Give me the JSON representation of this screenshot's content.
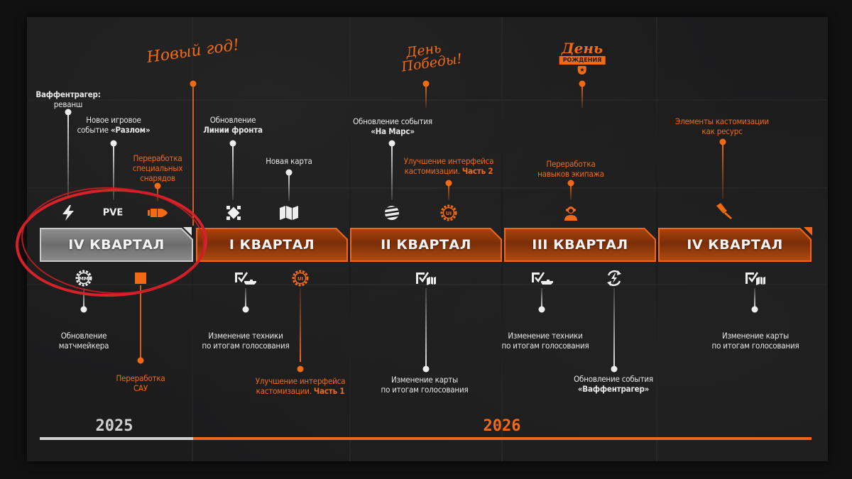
{
  "colors": {
    "accent": "#f26a16",
    "white": "#e6e6e6",
    "grey_quarter": "#7a7a7a",
    "highlight_circle": "#d8222a",
    "background": "#1c1c1d"
  },
  "events": {
    "new_year": "Новый год!",
    "victory_day_line1": "День",
    "victory_day_line2": "Победы!",
    "birthday_line1": "День",
    "birthday_ribbon": "РОЖДЕНИЯ"
  },
  "quarters": [
    {
      "label": "IV КВАРТАЛ",
      "style": "grey",
      "highlighted": true,
      "above": [
        {
          "icon": "lightning-icon",
          "text_lines": [
            "Ваффентрагер:",
            "реванш"
          ],
          "bold_line": 0,
          "color": "white"
        },
        {
          "icon": "pve-icon",
          "icon_text": "PVE",
          "text_lines": [
            "Новое игровое",
            "событие «Разлом»"
          ],
          "bold_part": "«Разлом»",
          "color": "white"
        },
        {
          "icon": "shell-icon",
          "text_lines": [
            "Переработка",
            "специальных",
            "снарядов"
          ],
          "color": "orange"
        }
      ],
      "below": [
        {
          "icon": "matchmaker-gear-icon",
          "icon_text": "MM",
          "text_lines": [
            "Обновление",
            "матчмейкера"
          ],
          "color": "white"
        },
        {
          "icon": "spg-square-icon",
          "text_lines": [
            "Переработка",
            "САУ"
          ],
          "color": "orange"
        }
      ]
    },
    {
      "label": "I КВАРТАЛ",
      "style": "orange",
      "above": [
        {
          "icon": "frontline-icon",
          "text_lines": [
            "Обновление",
            "Линии фронта"
          ],
          "bold_line": 1,
          "color": "white"
        },
        {
          "icon": "map-icon",
          "text_lines": [
            "Новая карта"
          ],
          "color": "white"
        }
      ],
      "below": [
        {
          "icon": "vote-tank-icon",
          "text_lines": [
            "Изменение техники",
            "по итогам голосования"
          ],
          "color": "white"
        },
        {
          "icon": "ui-gear-icon",
          "icon_text": "UI",
          "text_lines": [
            "Улучшение интерфейса",
            "кастомизации. Часть 1"
          ],
          "bold_part": "Часть 1",
          "color": "orange"
        }
      ]
    },
    {
      "label": "II КВАРТАЛ",
      "style": "orange",
      "above": [
        {
          "icon": "mars-planet-icon",
          "text_lines": [
            "Обновление события",
            "«На Марс»"
          ],
          "bold_line": 1,
          "color": "white"
        },
        {
          "icon": "ui-gear-icon",
          "icon_text": "UI",
          "text_lines": [
            "Улучшение интерфейса",
            "кастомизации. Часть 2"
          ],
          "bold_part": "Часть 2",
          "color": "orange"
        }
      ],
      "below": [
        {
          "icon": "vote-map-icon",
          "text_lines": [
            "Изменение карты",
            "по итогам голосования"
          ],
          "color": "white"
        }
      ]
    },
    {
      "label": "III КВАРТАЛ",
      "style": "orange",
      "above": [
        {
          "icon": "crew-icon",
          "text_lines": [
            "Переработка",
            "навыков экипажа"
          ],
          "color": "orange"
        }
      ],
      "below": [
        {
          "icon": "vote-tank-icon",
          "text_lines": [
            "Изменение техники",
            "по итогам голосования"
          ],
          "color": "white"
        },
        {
          "icon": "event-refresh-icon",
          "text_lines": [
            "Обновление события",
            "«Ваффентрагер»"
          ],
          "bold_line": 1,
          "color": "white"
        }
      ]
    },
    {
      "label": "IV КВАРТАЛ",
      "style": "orange",
      "above": [
        {
          "icon": "paintbrush-icon",
          "text_lines": [
            "Элементы кастомизации",
            "как ресурс"
          ],
          "color": "orange"
        }
      ],
      "below": [
        {
          "icon": "vote-map-icon",
          "text_lines": [
            "Изменение карты",
            "по итогам голосования"
          ],
          "color": "white"
        }
      ]
    }
  ],
  "years": [
    {
      "label": "2025",
      "color": "grey"
    },
    {
      "label": "2026",
      "color": "orange"
    }
  ]
}
